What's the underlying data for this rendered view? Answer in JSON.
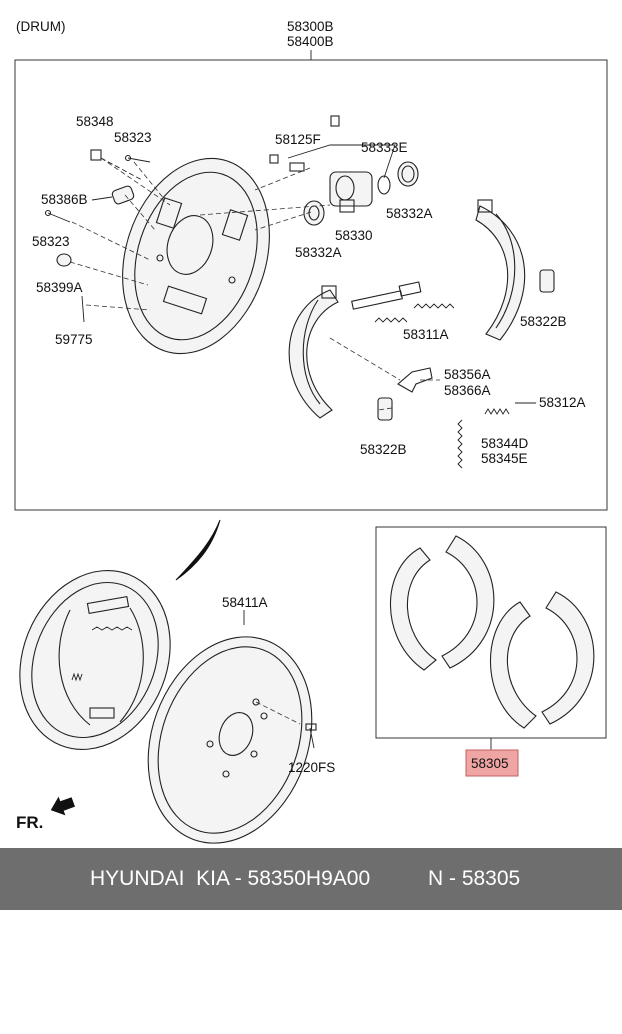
{
  "header": {
    "variant": "(DRUM)",
    "assembly_codes": [
      "58300B",
      "58400B"
    ]
  },
  "parts": {
    "p58348": "58348",
    "p58323_top": "58323",
    "p58125F": "58125F",
    "p58333E": "58333E",
    "p58386B": "58386B",
    "p58332A_right": "58332A",
    "p58330": "58330",
    "p58323_mid": "58323",
    "p58332A_low": "58332A",
    "p58399A": "58399A",
    "p58322B_right": "58322B",
    "p59775": "59775",
    "p58311A": "58311A",
    "p58356A": "58356A",
    "p58366A": "58366A",
    "p58312A": "58312A",
    "p58322B_low": "58322B",
    "p58344D": "58344D",
    "p58345E": "58345E",
    "p58411A": "58411A",
    "p1220FS": "1220FS",
    "p58305": "58305"
  },
  "highlight_color": "#f0a5a5",
  "direction_label": "FR.",
  "footer": {
    "brand": "HYUNDAI  KIA - 58350H9A00",
    "code": "N - 58305"
  }
}
